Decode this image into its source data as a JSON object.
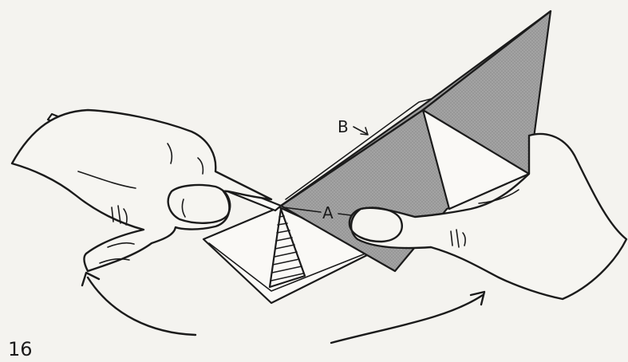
{
  "diagram": {
    "labels": {
      "a": "A",
      "b": "B"
    }
  },
  "page": {
    "number": "16"
  }
}
